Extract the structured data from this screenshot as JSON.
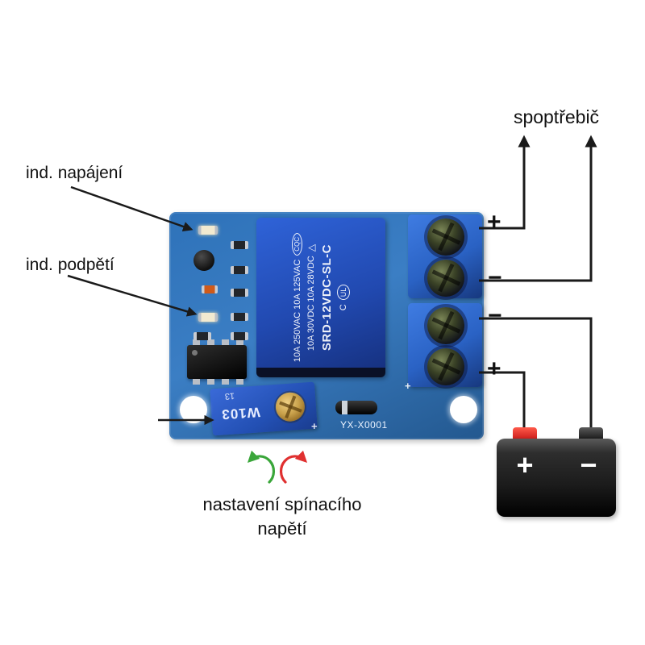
{
  "diagram": {
    "load_label": "spoptřebič",
    "power_indicator_label": "ind. napájení",
    "undervoltage_label": "ind. podpětí",
    "adjust_label_line1": "nastavení spínacího",
    "adjust_label_line2": "napětí"
  },
  "terminals": {
    "top_plus": "+",
    "top_minus": "−",
    "bottom_minus": "−",
    "bottom_plus": "+"
  },
  "battery": {
    "plus": "+",
    "minus": "−"
  },
  "board": {
    "model": "YX-X0001",
    "silk_plus": "+",
    "relay": {
      "ratings_line1": "10A 250VAC 10A 125VAC",
      "ratings_line2": "10A 30VDC  10A 28VDC",
      "model": "SRD-12VDC-SL-C",
      "cqc": "CQC",
      "triangle": "△",
      "ul_c": "C",
      "ul": "UL"
    },
    "potentiometer": {
      "code": "13",
      "model": "W103",
      "plus": "+"
    }
  },
  "colors": {
    "pcb": "#2e72b9",
    "pcb_dark": "#23588f",
    "relay": "#2149b0",
    "terminal": "#2a62c4",
    "pot": "#2350b4",
    "orange": "#cf5a1a",
    "wire": "#1a1a1a",
    "battery": "#1b1b1b",
    "cap_red": "#c41414",
    "arrow_green": "#3aa63a",
    "arrow_red": "#e03030",
    "text": "#111111"
  }
}
